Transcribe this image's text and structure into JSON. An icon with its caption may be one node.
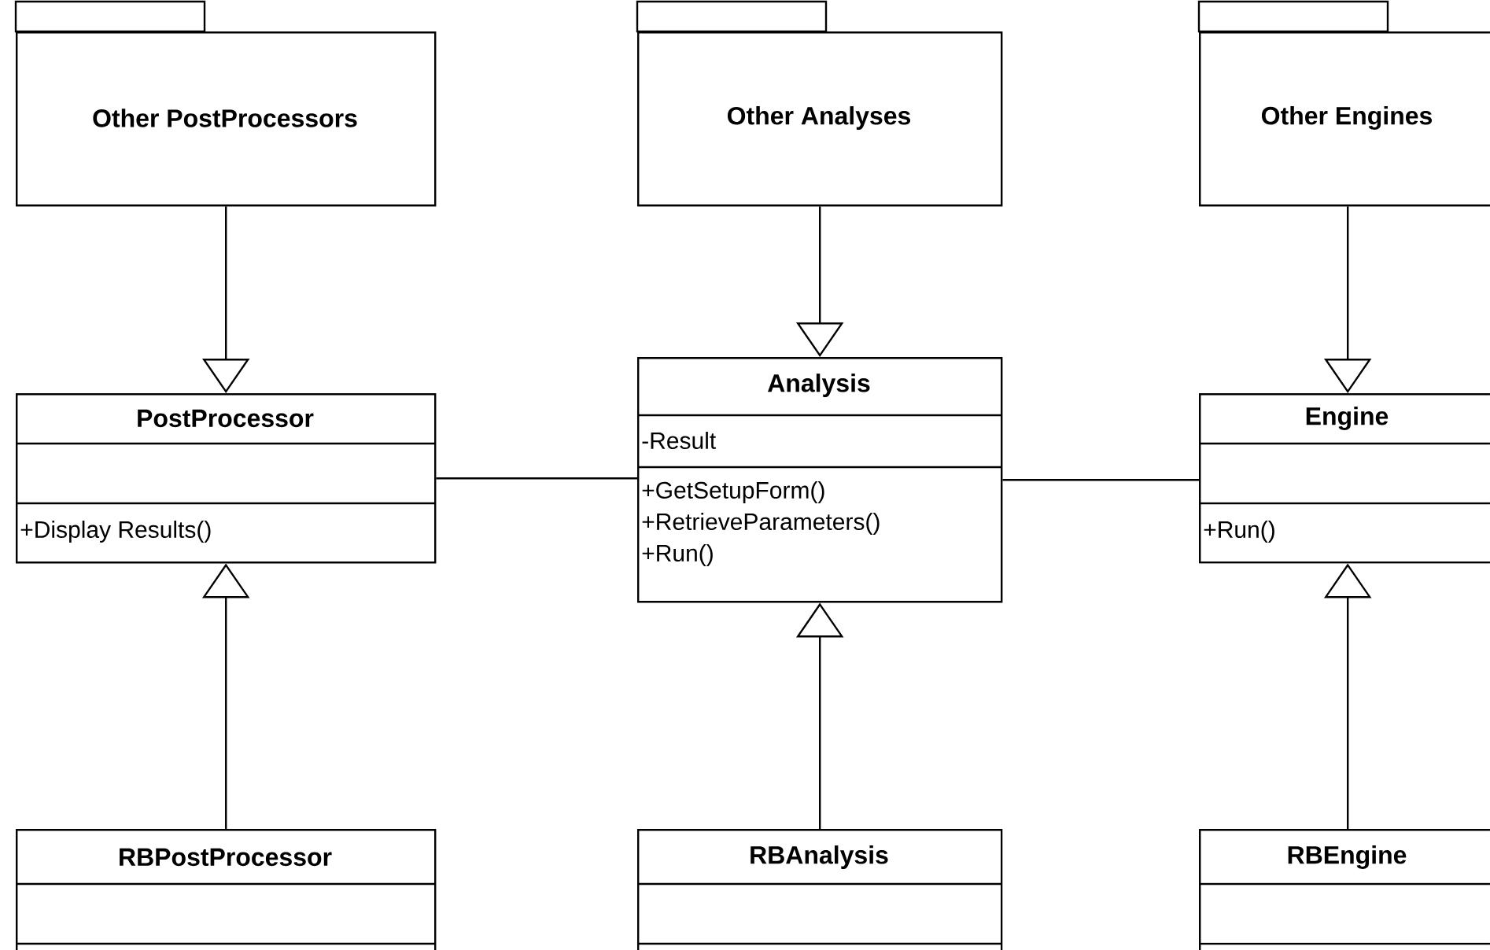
{
  "diagram": {
    "nodes": [
      {
        "text": [
          "Other PostProcessors"
        ]
      },
      {
        "text": [
          "Other Analyses"
        ]
      },
      {
        "text": [
          "Other Engines"
        ]
      },
      {
        "text": [
          "PostProcessor",
          "+Display Results()"
        ]
      },
      {
        "text": [
          "Analysis",
          "-Result",
          "+GetSetupForm()",
          "+RetrieveParameters()",
          "+Run()"
        ]
      },
      {
        "text": [
          "Engine",
          "+Run()"
        ]
      },
      {
        "text": [
          "RBPostProcessor"
        ]
      },
      {
        "text": [
          "RBAnalysis"
        ]
      },
      {
        "text": [
          "RBEngine"
        ]
      }
    ],
    "edges": [
      {
        "from": 0,
        "to": 3,
        "arrow": "to"
      },
      {
        "from": 1,
        "to": 4,
        "arrow": "to"
      },
      {
        "from": 2,
        "to": 5,
        "arrow": "to"
      },
      {
        "from": 3,
        "to": 4,
        "arrow": "none"
      },
      {
        "from": 4,
        "to": 5,
        "arrow": "none"
      },
      {
        "from": 6,
        "to": 3,
        "arrow": "to"
      },
      {
        "from": 7,
        "to": 4,
        "arrow": "to"
      },
      {
        "from": 8,
        "to": 5,
        "arrow": "to"
      }
    ]
  }
}
